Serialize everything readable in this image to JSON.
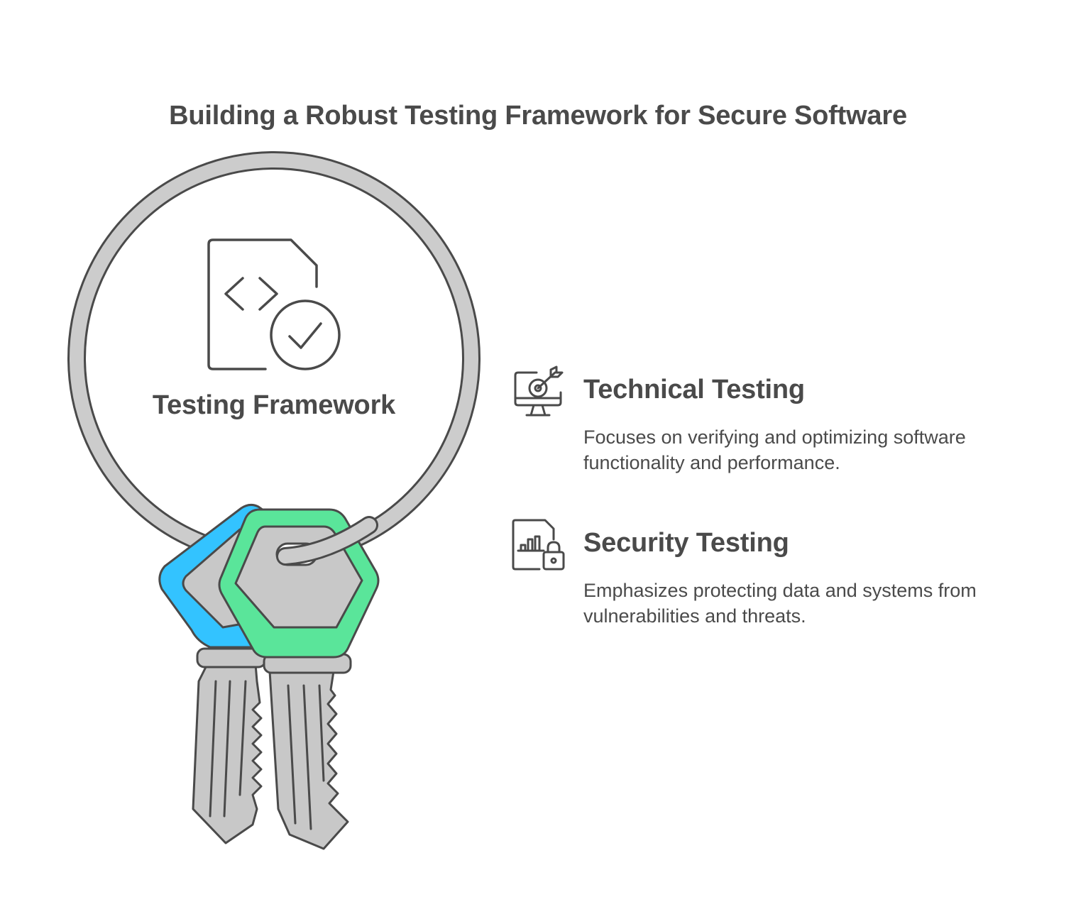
{
  "title": "Building a Robust Testing Framework for Secure Software",
  "ring": {
    "label": "Testing Framework",
    "icon": "code-file-check-icon"
  },
  "items": [
    {
      "title": "Technical Testing",
      "description": "Focuses on verifying and optimizing software functionality and performance.",
      "icon": "monitor-target-icon"
    },
    {
      "title": "Security Testing",
      "description": "Emphasizes protecting data and systems from vulnerabilities and threats.",
      "icon": "report-lock-icon"
    }
  ],
  "colors": {
    "text": "#4a4a4a",
    "ring": "#cccccc",
    "outline": "#4a4a4a",
    "blue_tag": "#33c3ff",
    "green_tag": "#5ae59a",
    "key_metal": "#c8c8c8"
  }
}
